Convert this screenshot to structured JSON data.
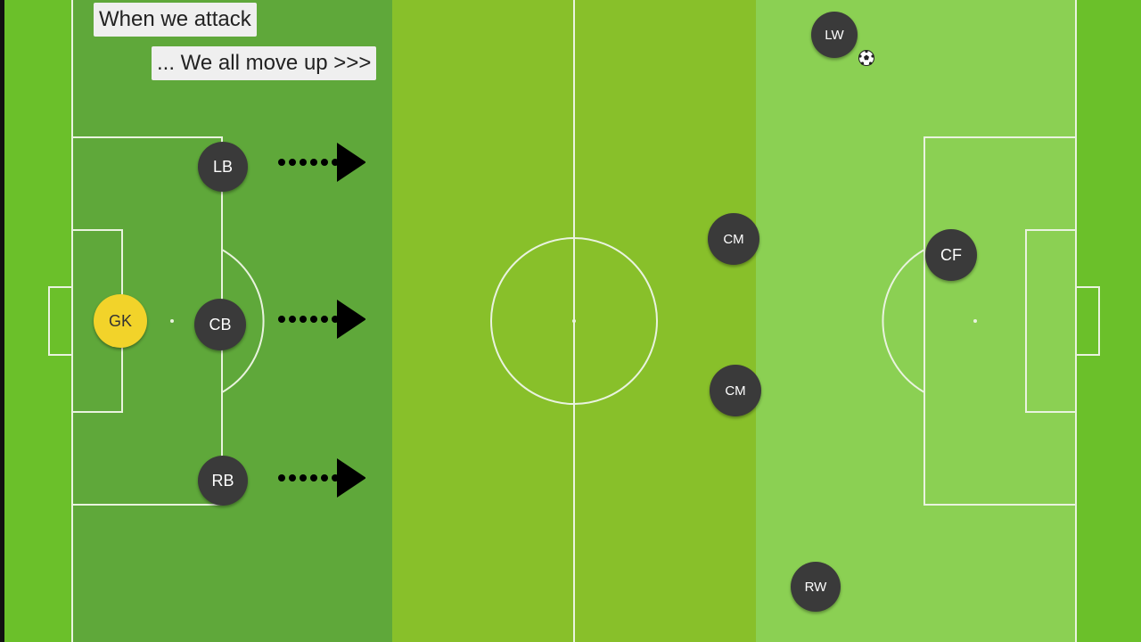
{
  "captions": {
    "line1": "When we attack",
    "line2": "... We all move up >>>"
  },
  "players": {
    "gk": "GK",
    "lb": "LB",
    "cb": "CB",
    "rb": "RB",
    "cm_top": "CM",
    "cm_bottom": "CM",
    "lw": "LW",
    "cf": "CF",
    "rw": "RW"
  },
  "colors": {
    "defensive_zone": "#5fa83a",
    "middle_zone": "#88c02a",
    "attacking_zone": "#8bd053",
    "outer_grass": "#6bc02a",
    "player": "#3a3a3a",
    "goalkeeper": "#f2d32a"
  },
  "icons": {
    "arrow": "dotted-right-arrow-icon",
    "ball": "soccer-ball-icon"
  }
}
